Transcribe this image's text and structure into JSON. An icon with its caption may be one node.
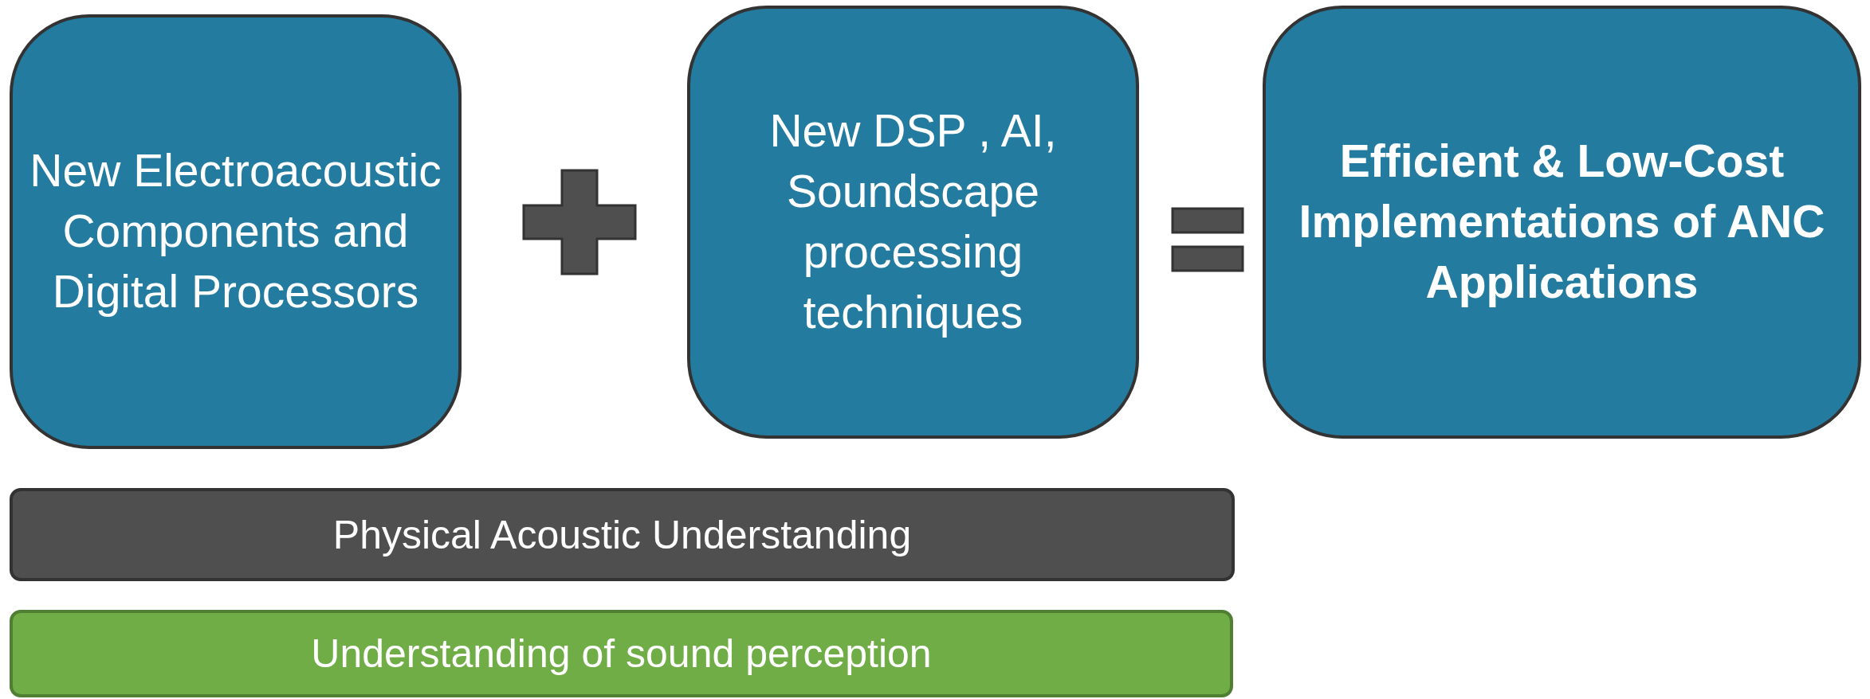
{
  "diagram": {
    "nodes": [
      {
        "text": [
          "New Electroacoustic Components and Digital Processors"
        ]
      },
      {
        "text": [
          "New DSP , AI, Soundscape processing techniques"
        ]
      },
      {
        "text": [
          "Efficient & Low-Cost Implementations of ANC Applications"
        ]
      },
      {
        "text": [
          "Physical Acoustic Understanding"
        ]
      },
      {
        "text": [
          "Understanding of sound perception"
        ]
      }
    ]
  }
}
